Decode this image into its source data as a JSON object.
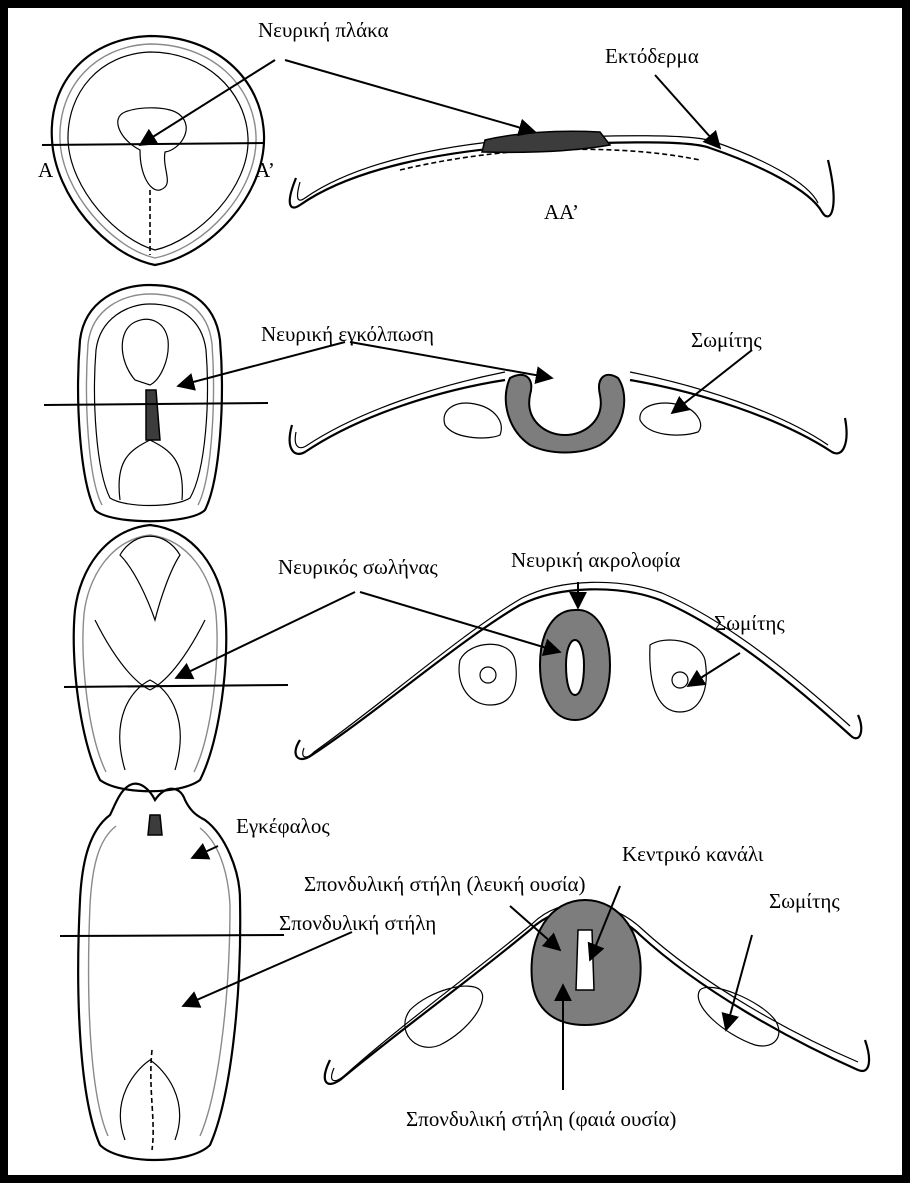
{
  "labels": {
    "neural_plate": "Νευρική πλάκα",
    "ectoderm": "Εκτόδερμα",
    "section_a_left": "A",
    "section_a_right": "A’",
    "section_aa": "AA’",
    "neural_groove": "Νευρική εγκόλπωση",
    "somite_1": "Σωμίτης",
    "neural_tube": "Νευρικός σωλήνας",
    "neural_crest": "Νευρική ακρολοφία",
    "somite_2": "Σωμίτης",
    "brain": "Εγκέφαλος",
    "central_canal": "Κεντρικό κανάλι",
    "spinal_white": "Σπονδυλική στήλη (λευκή ουσία)",
    "somite_3": "Σωμίτης",
    "spinal_cord": "Σπονδυλική στήλη",
    "spinal_grey": "Σπονδυλική στήλη (φαιά ουσία)"
  }
}
